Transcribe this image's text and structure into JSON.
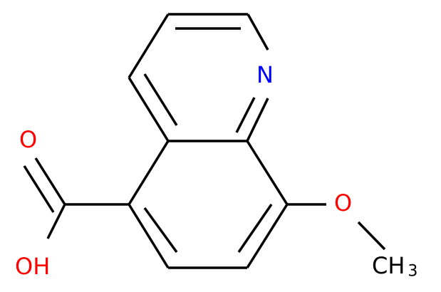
{
  "molecule": {
    "atoms": {
      "nitrogen": {
        "label": "N",
        "color": "#0000ff"
      },
      "carbonyl_oxygen": {
        "label": "O",
        "color": "#ff0000"
      },
      "hydroxyl": {
        "label": "OH",
        "color": "#ff0000"
      },
      "ether_oxygen": {
        "label": "O",
        "color": "#ff0000"
      },
      "methyl": {
        "label": "CH",
        "subscript": "3",
        "color": "#000000"
      }
    }
  }
}
